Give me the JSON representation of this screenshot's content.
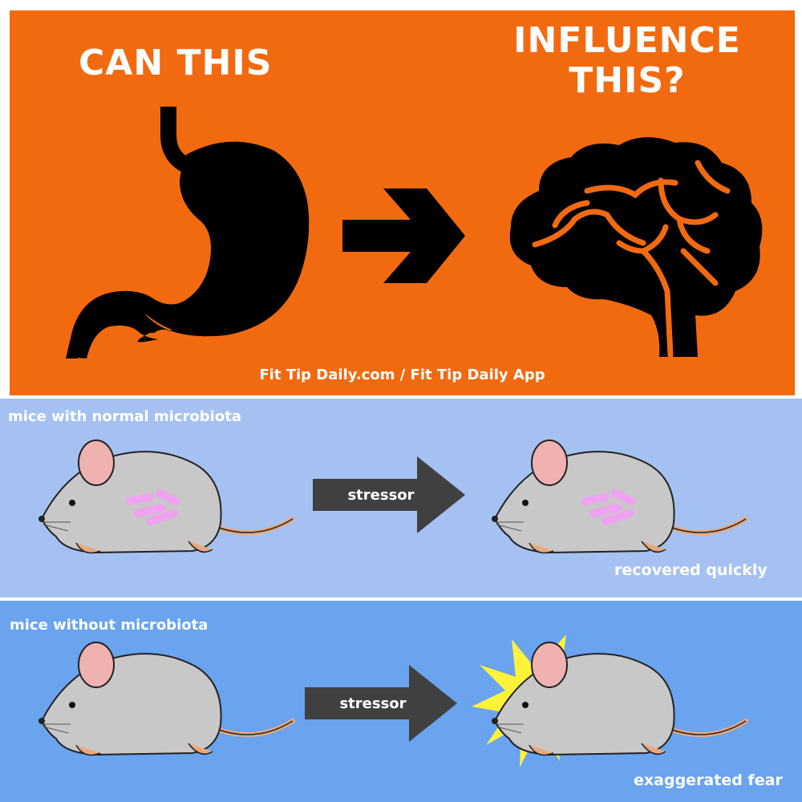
{
  "hero": {
    "left_heading": "CAN THIS",
    "right_heading_line1": "INFLUENCE",
    "right_heading_line2": "THIS?",
    "credit": "Fit Tip Daily.com / Fit Tip Daily App",
    "background_color": "#f26a10"
  },
  "panels": {
    "normal": {
      "label": "mice with normal microbiota",
      "arrow_label": "stressor",
      "outcome": "recovered quickly",
      "background_color": "#a5c1f1"
    },
    "without": {
      "label": "mice without microbiota",
      "arrow_label": "stressor",
      "outcome": "exaggerated fear",
      "background_color": "#6aa3ee"
    }
  },
  "icons": [
    "stomach-icon",
    "right-arrow-icon",
    "brain-icon",
    "mouse-icon",
    "microbiota-icon",
    "fear-burst-icon"
  ]
}
